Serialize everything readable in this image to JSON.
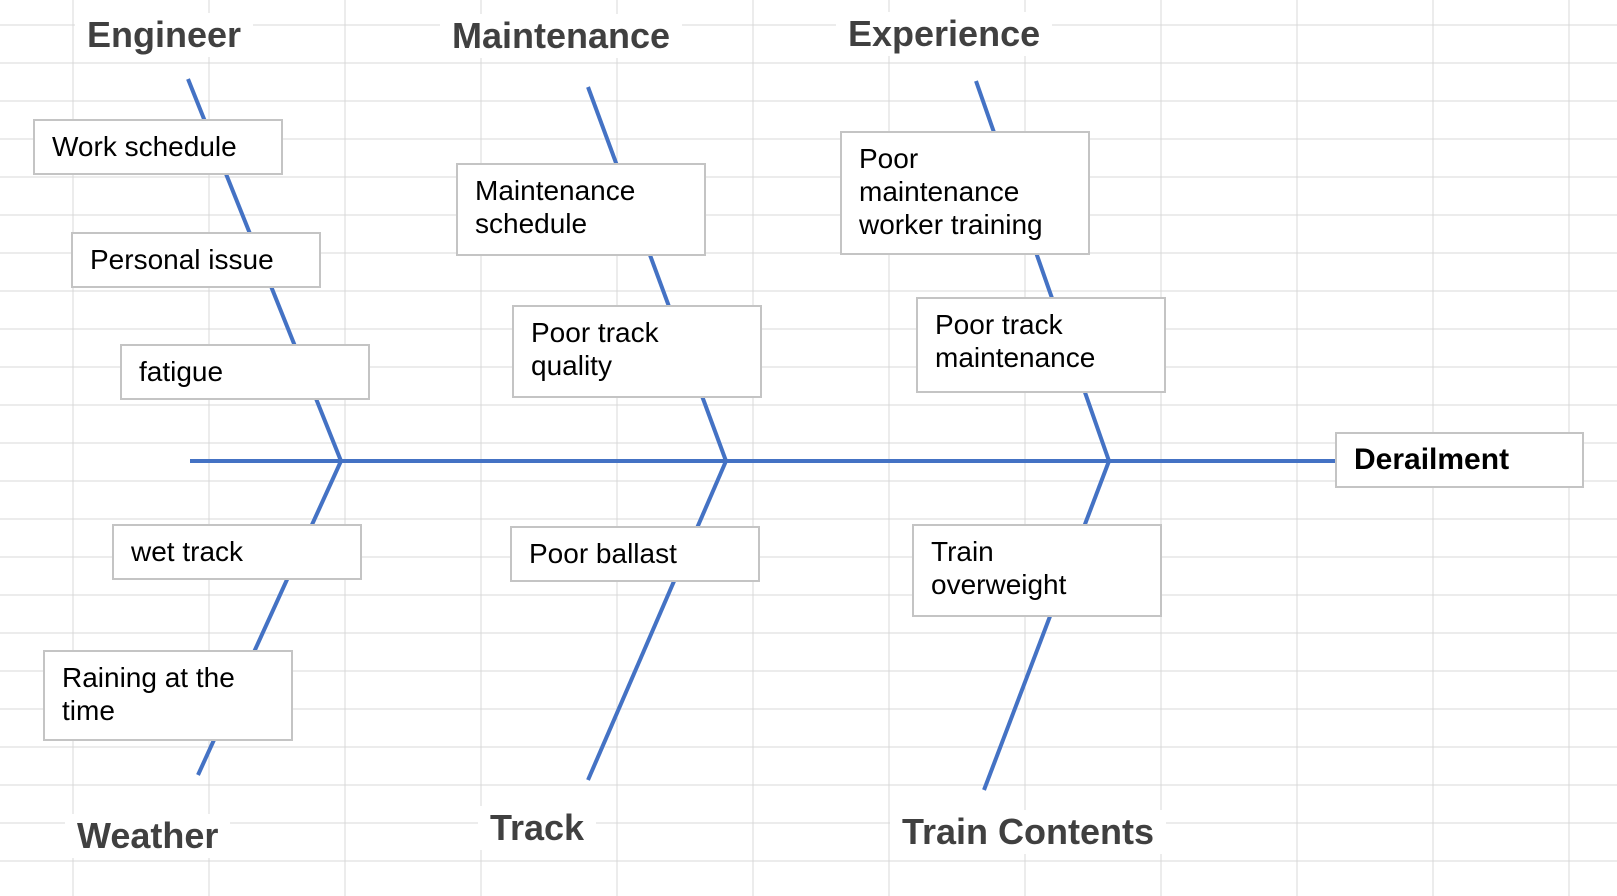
{
  "effect": "Derailment",
  "categories": {
    "engineer": "Engineer",
    "maintenance": "Maintenance",
    "experience": "Experience",
    "weather": "Weather",
    "track": "Track",
    "train_contents": "Train Contents"
  },
  "causes": {
    "work_schedule": "Work schedule",
    "personal_issue": "Personal issue",
    "fatigue": "fatigue",
    "maintenance_schedule": "Maintenance\nschedule",
    "poor_track_quality": "Poor track\nquality",
    "poor_maintenance_worker_training": "Poor\nmaintenance\nworker training",
    "poor_track_maintenance": "Poor track\nmaintenance",
    "wet_track": "wet track",
    "raining_at_the_time": "Raining at the\ntime",
    "poor_ballast": "Poor ballast",
    "train_overweight": "Train\noverweight"
  },
  "colors": {
    "bone": "#4472c4",
    "gridline": "#d9d9d9",
    "box_border": "#c4c4c4",
    "category_text": "#404040"
  }
}
